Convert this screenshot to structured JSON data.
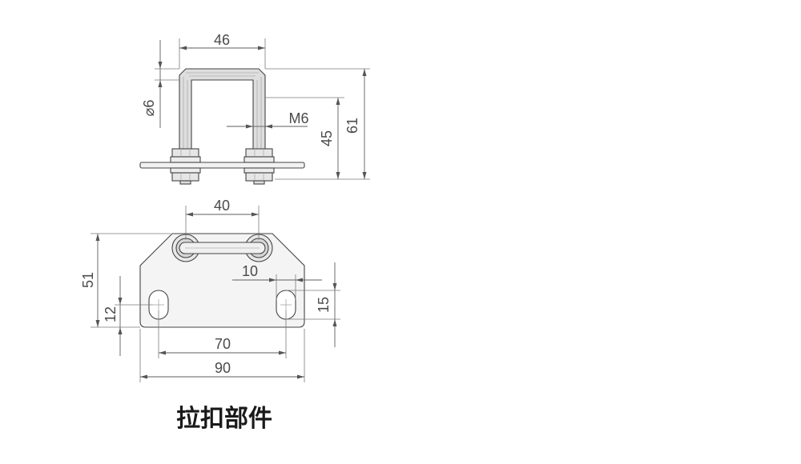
{
  "side_view": {
    "dim_width": "46",
    "dim_rod_diameter": "⌀6",
    "thread_label": "M6",
    "dim_height_a": "45",
    "dim_height_b": "61"
  },
  "plan_view": {
    "dim_hole_spacing": "40",
    "dim_plate_depth": "51",
    "dim_slot_offset": "12",
    "dim_slot_width": "10",
    "dim_slot_length": "15",
    "dim_slot_spacing": "70",
    "dim_plate_width": "90"
  },
  "caption": "拉扣部件"
}
